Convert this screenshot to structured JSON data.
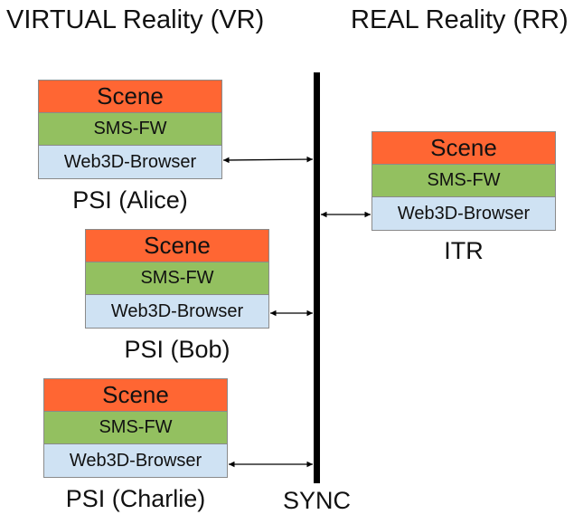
{
  "headings": {
    "virtual": "VIRTUAL Reality (VR)",
    "real": "REAL Reality (RR)"
  },
  "colors": {
    "scene": "#ff6633",
    "sms_fw": "#93c060",
    "web3d_browser": "#cfe2f3",
    "sync_bar": "#000000"
  },
  "stacks": [
    {
      "id": "alice",
      "side": "VR",
      "layers": [
        "Scene",
        "SMS-FW",
        "Web3D-Browser"
      ],
      "caption": "PSI (Alice)"
    },
    {
      "id": "bob",
      "side": "VR",
      "layers": [
        "Scene",
        "SMS-FW",
        "Web3D-Browser"
      ],
      "caption": "PSI (Bob)"
    },
    {
      "id": "charlie",
      "side": "VR",
      "layers": [
        "Scene",
        "SMS-FW",
        "Web3D-Browser"
      ],
      "caption": "PSI (Charlie)"
    },
    {
      "id": "itr",
      "side": "RR",
      "layers": [
        "Scene",
        "SMS-FW",
        "Web3D-Browser"
      ],
      "caption": "ITR"
    }
  ],
  "sync": {
    "label": "SYNC"
  },
  "connections": [
    {
      "from": "alice",
      "to": "sync",
      "type": "bidirectional"
    },
    {
      "from": "bob",
      "to": "sync",
      "type": "bidirectional"
    },
    {
      "from": "charlie",
      "to": "sync",
      "type": "bidirectional"
    },
    {
      "from": "itr",
      "to": "sync",
      "type": "bidirectional"
    }
  ]
}
